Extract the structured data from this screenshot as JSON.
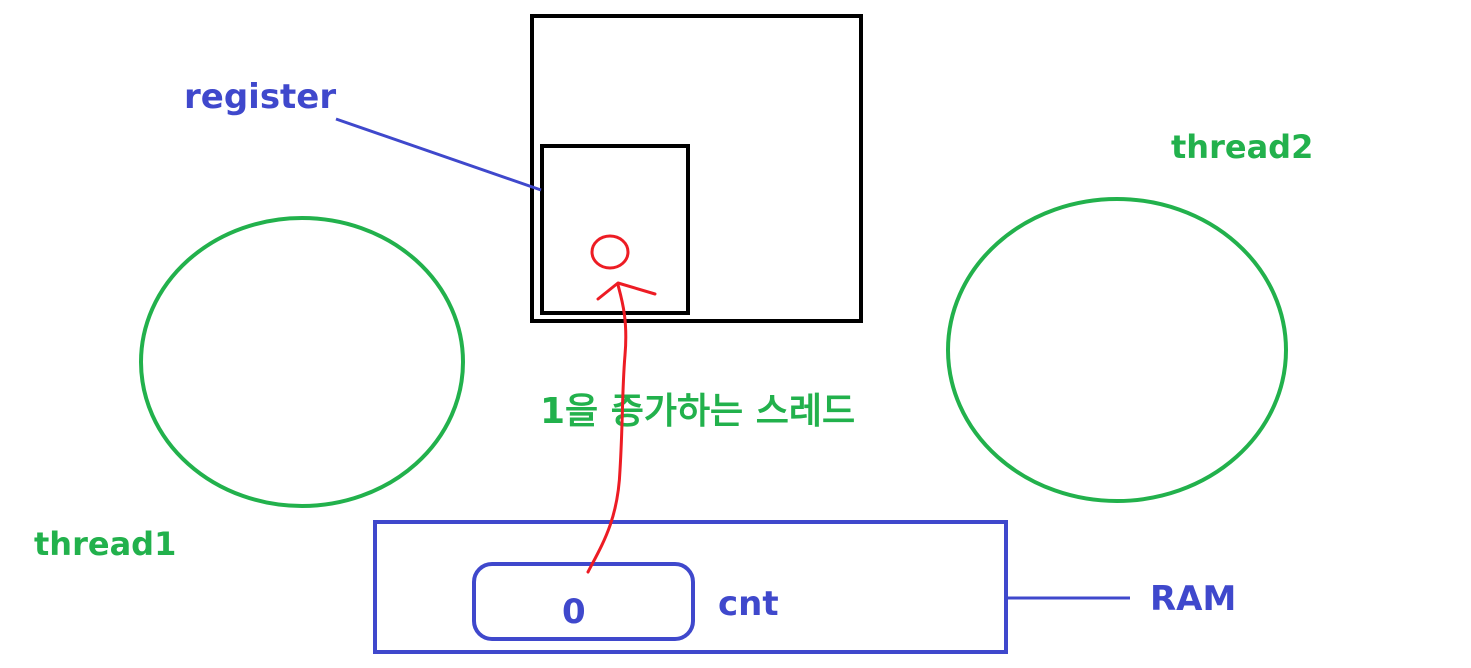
{
  "labels": {
    "register": "register",
    "thread1": "thread1",
    "thread2": "thread2",
    "increment_thread": "1을 증가하는 스레드",
    "ram": "RAM",
    "cnt": "cnt",
    "cnt_value": "0"
  },
  "colors": {
    "black": "#000000",
    "blue": "#3f48cc",
    "green": "#22b14c",
    "red": "#ed1c24"
  }
}
